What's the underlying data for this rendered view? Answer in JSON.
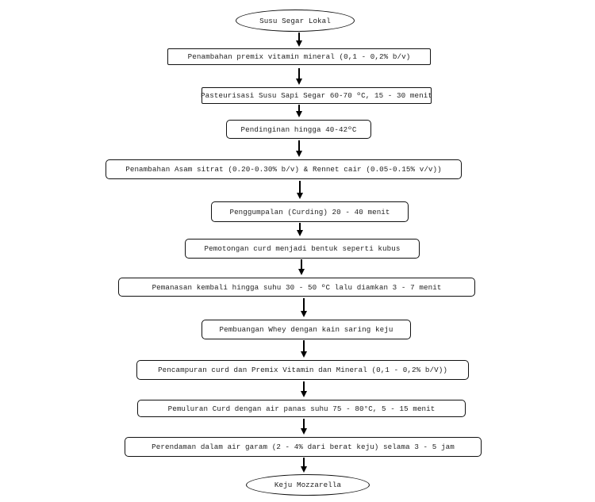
{
  "flowchart": {
    "start": "Susu Segar Lokal",
    "end": "Keju Mozzarella",
    "steps": [
      "Penambahan premix vitamin mineral (0,1 - 0,2% b/v)",
      "Pasteurisasi Susu Sapi Segar 60-70 ºC, 15 - 30 menit",
      "Pendinginan hingga 40-42ºC",
      "Penambahan Asam sitrat (0.20-0.30% b/v) & Rennet cair (0.05-0.15% v/v))",
      "Penggumpalan (Curding) 20 - 40 menit",
      "Pemotongan curd menjadi bentuk seperti kubus",
      "Pemanasan kembali hingga suhu 30 - 50 ºC lalu diamkan 3 - 7 menit",
      "Pembuangan Whey dengan kain saring keju",
      "Pencampuran curd dan Premix Vitamin dan Mineral (0,1 - 0,2% b/V))",
      "Pemuluran Curd dengan air panas suhu 75 - 80°C, 5 - 15 menit",
      "Perendaman dalam air garam (2 - 4% dari berat keju) selama 3 - 5 jam"
    ]
  }
}
